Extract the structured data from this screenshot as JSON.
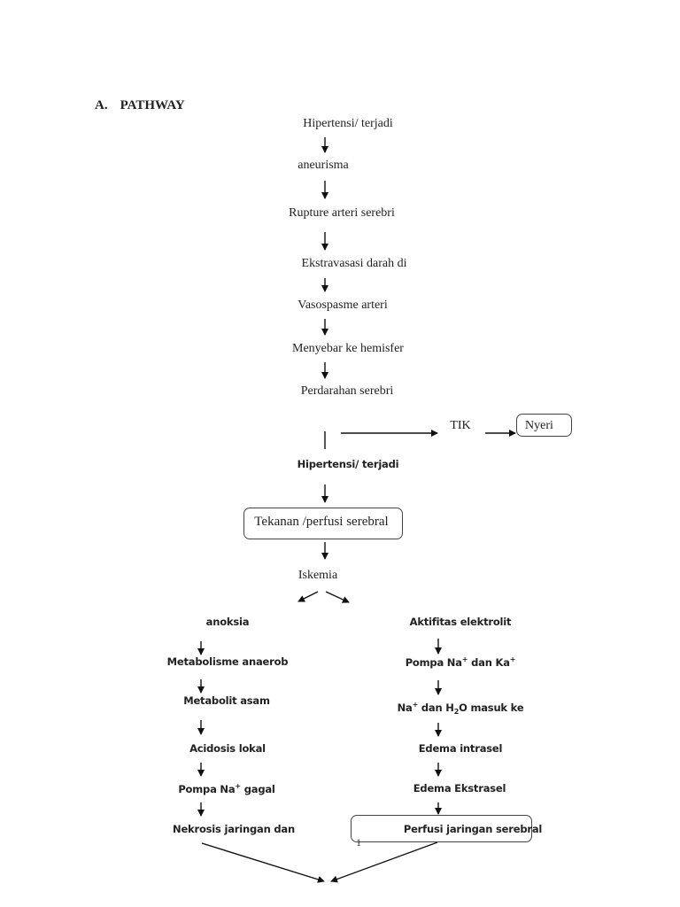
{
  "section": {
    "number": "A.",
    "title": "PATHWAY"
  },
  "main_chain": [
    "Hipertensi/ terjadi",
    "aneurisma",
    "Rupture arteri serebri",
    "Ekstravasasi darah di",
    "Vasospasme arteri",
    "Menyebar ke hemisfer",
    "Perdarahan serebri"
  ],
  "branch": {
    "tik": "TIK",
    "nyeri": "Nyeri"
  },
  "middle_chain": {
    "hipertensi": "Hipertensi/ terjadi",
    "tekanan": "Tekanan /perfusi serebral",
    "iskemia": "Iskemia"
  },
  "left_chain": {
    "anoksia": "anoksia",
    "metabolisme": "Metabolisme anaerob",
    "metabolit": "Metabolit asam",
    "acidosis": "Acidosis lokal",
    "pompa_gagal_pre": "Pompa Na",
    "pompa_gagal_sup": "+",
    "pompa_gagal_post": " gagal",
    "nekrosis": "Nekrosis jaringan dan"
  },
  "right_chain": {
    "aktifitas": "Aktifitas elektrolit",
    "pompa_pre": "Pompa Na",
    "pompa_sup1": "+",
    "pompa_mid": " dan Ka",
    "pompa_sup2": "+",
    "na_pre": "Na",
    "na_sup": "+",
    "na_mid": " dan H",
    "na_sub": "2",
    "na_post": "O masuk ke",
    "edema_intra": "Edema intrasel",
    "edema_ekstra": "Edema Ekstrasel",
    "perfusi": "Perfusi jaringan serebral"
  },
  "page_marker": "1"
}
